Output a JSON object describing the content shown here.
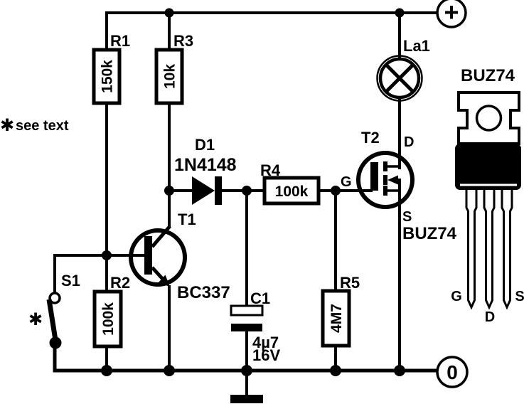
{
  "colors": {
    "ink": "#000000",
    "paper": "#ffffff"
  },
  "note": {
    "star": "✱",
    "text": "see text"
  },
  "terminals": {
    "positive": "+",
    "zero": "0"
  },
  "components": {
    "r1": {
      "ref": "R1",
      "value": "150k"
    },
    "r2": {
      "ref": "R2",
      "value": "100k"
    },
    "r3": {
      "ref": "R3",
      "value": "10k"
    },
    "r4": {
      "ref": "R4",
      "value": "100k"
    },
    "r5": {
      "ref": "R5",
      "value": "4M7"
    },
    "c1": {
      "ref": "C1",
      "value": "4µ7",
      "rating": "16V"
    },
    "d1": {
      "ref": "D1",
      "type": "1N4148"
    },
    "t1": {
      "ref": "T1",
      "type": "BC337"
    },
    "t2": {
      "ref": "T2",
      "type": "BUZ74",
      "pin_d": "D",
      "pin_g": "G",
      "pin_s": "S"
    },
    "la1": {
      "ref": "La1"
    },
    "s1": {
      "ref": "S1",
      "star": "✱"
    }
  },
  "package": {
    "title": "BUZ74",
    "pin_g": "G",
    "pin_d": "D",
    "pin_s": "S"
  }
}
